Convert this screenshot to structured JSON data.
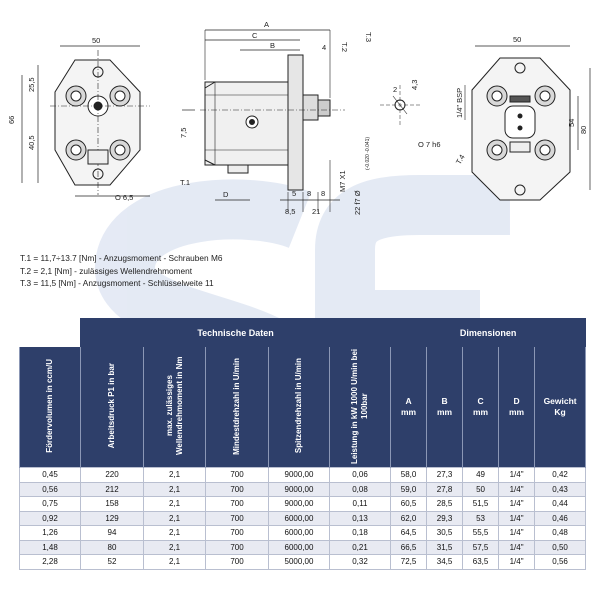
{
  "drawing": {
    "dims": {
      "A": "A",
      "B": "B",
      "C": "C",
      "D": "D",
      "w50": "50",
      "w50b": "50",
      "d25_5": "25,5",
      "d66": "66",
      "d40_5": "40,5",
      "d6_5": "O 6,5",
      "d7_5": "7,5",
      "d4": "4",
      "t1": "T.1",
      "t2": "T.2",
      "t3": "T.3",
      "t4": "T.4",
      "d8_5": "8,5",
      "d5": "5",
      "d8a": "8",
      "d8b": "8",
      "d21": "21",
      "m7": "M7 X1",
      "shaft": "22 f7 Ø",
      "tol": "(-0.020 -0.041)",
      "d2": "2",
      "d4_3": "4,3",
      "d7h6": "O 7 h6",
      "bsp": "1/4\" BSP",
      "d54": "54",
      "d80": "80"
    }
  },
  "notes": [
    "T.1 = 11,7÷13.7 [Nm] - Anzugsmoment - Schrauben M6",
    "T.2 = 2,1 [Nm] - zulässiges Wellendrehmoment",
    "T.3 = 11,5 [Nm] - Anzugsmoment - Schlüsselweite 11"
  ],
  "table": {
    "group_tech": "Technische Daten",
    "group_dim": "Dimensionen",
    "headers": {
      "foerder": "Fördervolumen in ccm/U",
      "druck": "Arbeitsdruck P1 in bar",
      "moment": "max. zulässiges Wellendrehmoment in Nm",
      "mindest": "Mindestdrehzahl in U/min",
      "spitzen": "Spitzendrehzahl in U/min",
      "leistung": "Leistung in kW 1000 U/min bei 100bar",
      "a": "A",
      "a_unit": "mm",
      "b": "B",
      "b_unit": "mm",
      "c": "C",
      "c_unit": "mm",
      "d": "D",
      "d_unit": "mm",
      "gewicht": "Gewicht",
      "gewicht_unit": "Kg"
    },
    "rows": [
      [
        "0,45",
        "220",
        "2,1",
        "700",
        "9000,00",
        "0,06",
        "58,0",
        "27,3",
        "49",
        "1/4\"",
        "0,42"
      ],
      [
        "0,56",
        "212",
        "2,1",
        "700",
        "9000,00",
        "0,08",
        "59,0",
        "27,8",
        "50",
        "1/4\"",
        "0,43"
      ],
      [
        "0,75",
        "158",
        "2,1",
        "700",
        "9000,00",
        "0,11",
        "60,5",
        "28,5",
        "51,5",
        "1/4\"",
        "0,44"
      ],
      [
        "0,92",
        "129",
        "2,1",
        "700",
        "6000,00",
        "0,13",
        "62,0",
        "29,3",
        "53",
        "1/4\"",
        "0,46"
      ],
      [
        "1,26",
        "94",
        "2,1",
        "700",
        "6000,00",
        "0,18",
        "64,5",
        "30,5",
        "55,5",
        "1/4\"",
        "0,48"
      ],
      [
        "1,48",
        "80",
        "2,1",
        "700",
        "6000,00",
        "0,21",
        "66,5",
        "31,5",
        "57,5",
        "1/4\"",
        "0,50"
      ],
      [
        "2,28",
        "52",
        "2,1",
        "700",
        "5000,00",
        "0,32",
        "72,5",
        "34,5",
        "63,5",
        "1/4\"",
        "0,56"
      ]
    ]
  }
}
